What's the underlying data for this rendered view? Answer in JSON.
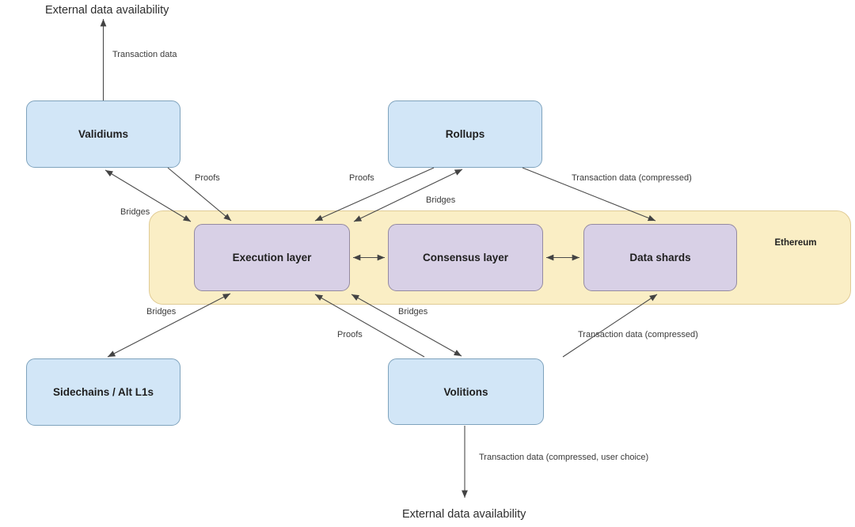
{
  "diagram": {
    "external_top": "External data availability",
    "external_bottom": "External data availability",
    "container": {
      "label": "Ethereum"
    },
    "nodes": {
      "validiums": {
        "label": "Validiums"
      },
      "rollups": {
        "label": "Rollups"
      },
      "execution_layer": {
        "label": "Execution layer"
      },
      "consensus_layer": {
        "label": "Consensus layer"
      },
      "data_shards": {
        "label": "Data shards"
      },
      "sidechains": {
        "label": "Sidechains / Alt L1s"
      },
      "volitions": {
        "label": "Volitions"
      }
    },
    "edges": [
      {
        "from": "validiums",
        "to": "external_data_availability_top",
        "label": "Transaction data",
        "bidirectional": false
      },
      {
        "from": "validiums",
        "to": "execution_layer",
        "label": "Proofs",
        "bidirectional": false
      },
      {
        "from": "validiums",
        "to": "execution_layer",
        "label": "Bridges",
        "bidirectional": true
      },
      {
        "from": "rollups",
        "to": "execution_layer",
        "label": "Proofs",
        "bidirectional": false
      },
      {
        "from": "rollups",
        "to": "execution_layer",
        "label": "Bridges",
        "bidirectional": true
      },
      {
        "from": "rollups",
        "to": "data_shards",
        "label": "Transaction data (compressed)",
        "bidirectional": false
      },
      {
        "from": "sidechains",
        "to": "execution_layer",
        "label": "Bridges",
        "bidirectional": true
      },
      {
        "from": "volitions",
        "to": "execution_layer",
        "label": "Proofs",
        "bidirectional": false
      },
      {
        "from": "volitions",
        "to": "execution_layer",
        "label": "Bridges",
        "bidirectional": true
      },
      {
        "from": "volitions",
        "to": "data_shards",
        "label": "Transaction data (compressed)",
        "bidirectional": false
      },
      {
        "from": "volitions",
        "to": "external_data_availability_bottom",
        "label": "Transaction data (compressed, user choice)",
        "bidirectional": false
      },
      {
        "from": "execution_layer",
        "to": "consensus_layer",
        "label": "",
        "bidirectional": true
      },
      {
        "from": "consensus_layer",
        "to": "data_shards",
        "label": "",
        "bidirectional": true
      }
    ],
    "colors": {
      "node_fill_blue": "#d2e6f7",
      "node_border_blue": "#7fa3bd",
      "node_fill_purple": "#d8d0e6",
      "node_border_purple": "#948aa2",
      "container_fill": "#faeec5",
      "container_border": "#e0cb95",
      "line": "#434343",
      "text": "#2e2e2e"
    }
  }
}
